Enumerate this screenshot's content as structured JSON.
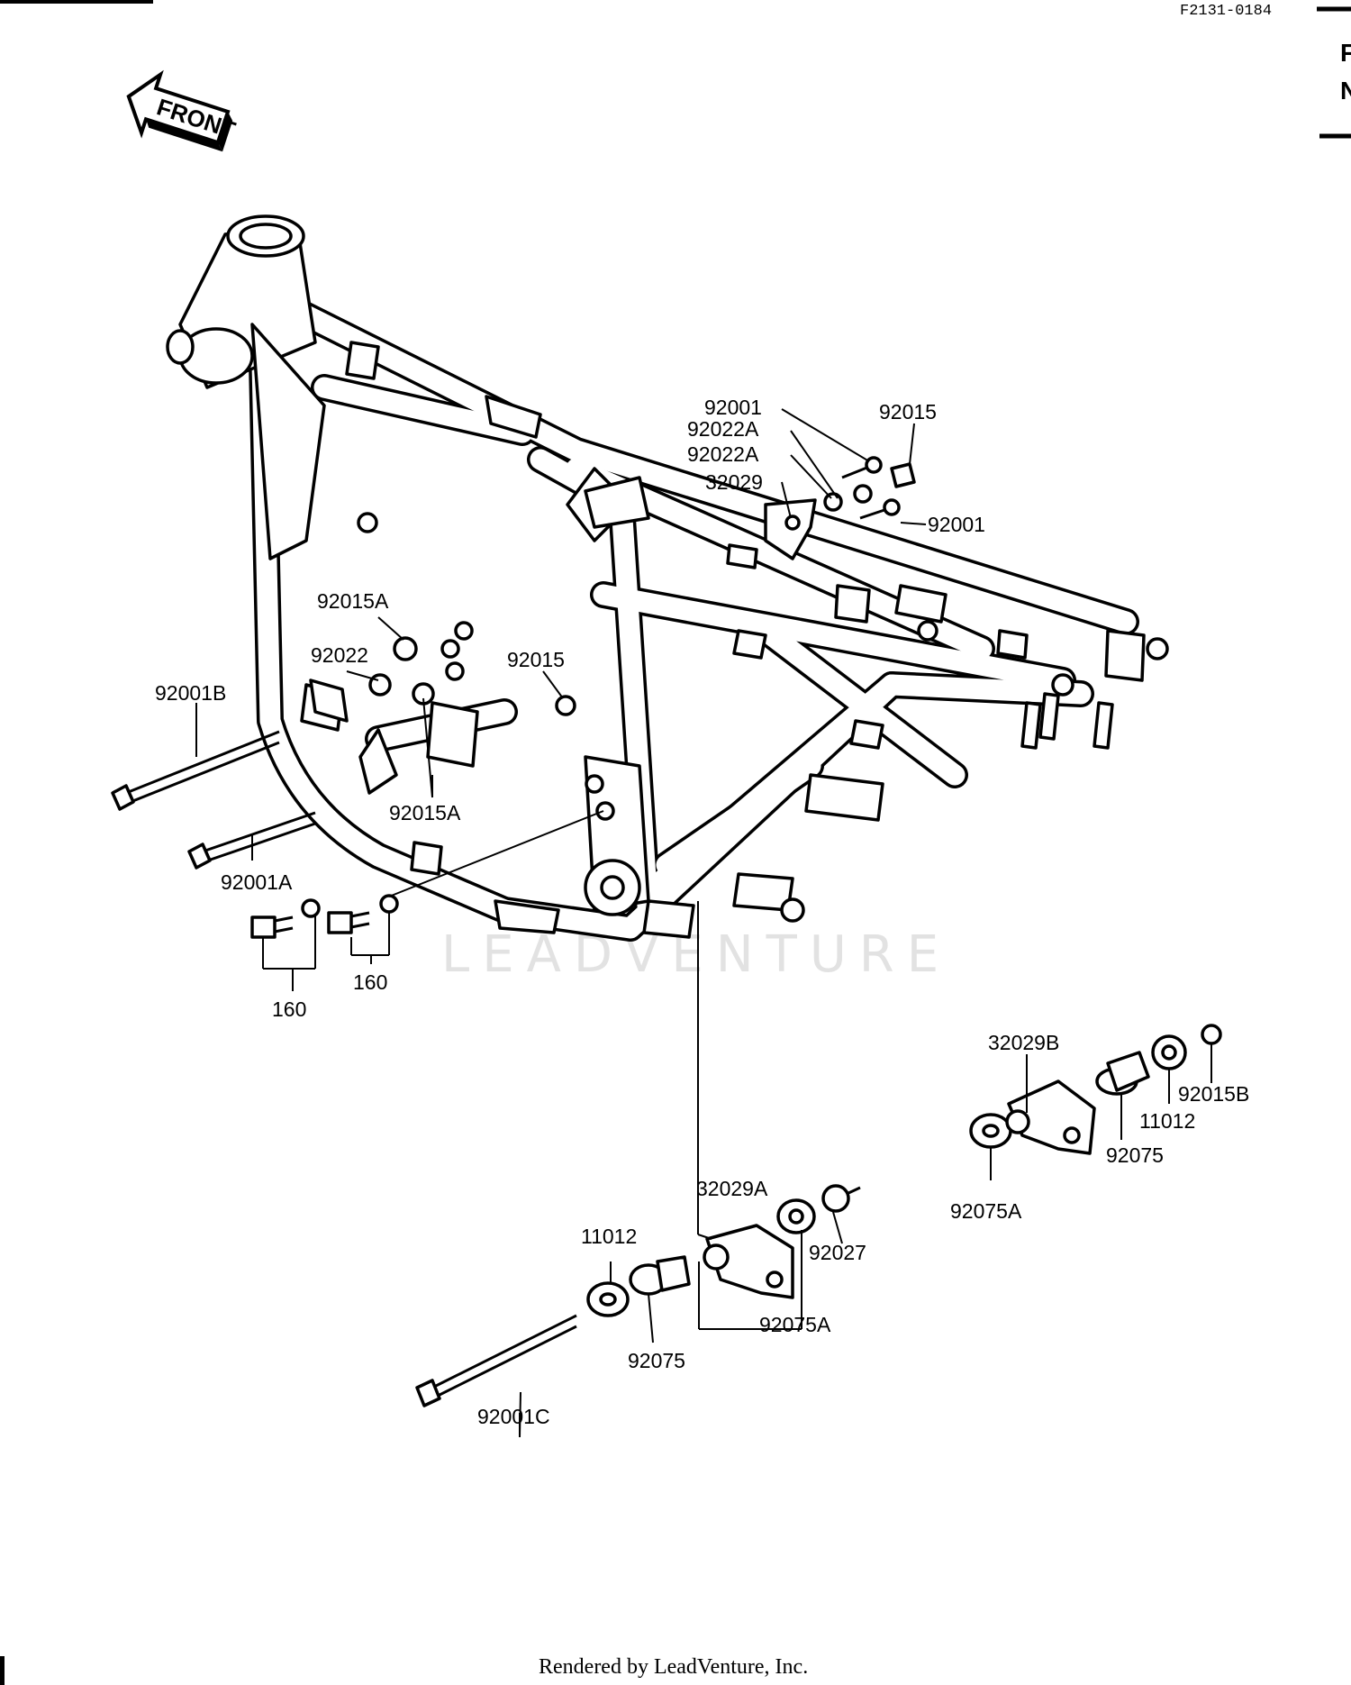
{
  "header": {
    "diagram_code": "F2131-0184",
    "side_glyphs": [
      "F",
      "N"
    ]
  },
  "front_arrow": {
    "label": "FRONT"
  },
  "watermark": "LEADVENTURE",
  "footer": {
    "text": "Rendered by LeadVenture, Inc."
  },
  "callouts": {
    "c92001_top": "92001",
    "c92022A_1": "92022A",
    "c92022A_2": "92022A",
    "c32029": "32029",
    "c92015_top": "92015",
    "c92001_right": "92001",
    "c92015A_upper": "92015A",
    "c92022": "92022",
    "c92015_mid": "92015",
    "c92001B": "92001B",
    "c92015A_lower": "92015A",
    "c92001A": "92001A",
    "c160_left": "160",
    "c160_right": "160",
    "c32029B": "32029B",
    "c92015B": "92015B",
    "c11012_right": "11012",
    "c92075_right": "92075",
    "c92075A_right": "92075A",
    "c32029A": "32029A",
    "c92027": "92027",
    "c11012_left": "11012",
    "c92075_left": "92075",
    "c92075A_left": "92075A",
    "c92001C": "92001C"
  }
}
